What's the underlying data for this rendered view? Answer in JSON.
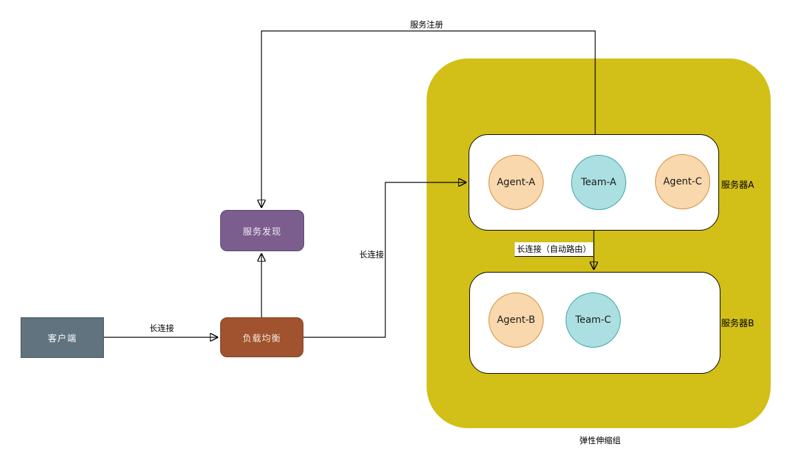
{
  "diagram": {
    "nodes": {
      "client": {
        "label": "客户端",
        "fill": "#60737F",
        "text_color": "#FFFFFF"
      },
      "load_balancer": {
        "label": "负载均衡",
        "fill": "#A0532E",
        "text_color": "#F6E7DC"
      },
      "service_discovery": {
        "label": "服务发现",
        "fill": "#7B5E8D",
        "text_color": "#F1EBF5"
      },
      "elastic_group": {
        "label": "弹性伸缩组",
        "fill": "#D2BF17"
      },
      "server_a": {
        "label": "服务器A",
        "members": [
          {
            "label": "Agent-A",
            "type": "agent"
          },
          {
            "label": "Team-A",
            "type": "team"
          },
          {
            "label": "Agent-C",
            "type": "agent"
          }
        ]
      },
      "server_b": {
        "label": "服务器B",
        "members": [
          {
            "label": "Agent-B",
            "type": "agent"
          },
          {
            "label": "Team-C",
            "type": "team"
          }
        ]
      }
    },
    "circle_styles": {
      "agent": {
        "fill": "#F8D8AC",
        "stroke": "#D28B36"
      },
      "team": {
        "fill": "#ABDFE1",
        "stroke": "#3AA0A8"
      }
    },
    "edges": {
      "client_to_lb": {
        "label": "长连接"
      },
      "service_register": {
        "label": "服务注册"
      },
      "lb_to_server_a": {
        "label": "长连接"
      },
      "server_a_to_server_b": {
        "label": "长连接（自动路由）"
      }
    }
  }
}
